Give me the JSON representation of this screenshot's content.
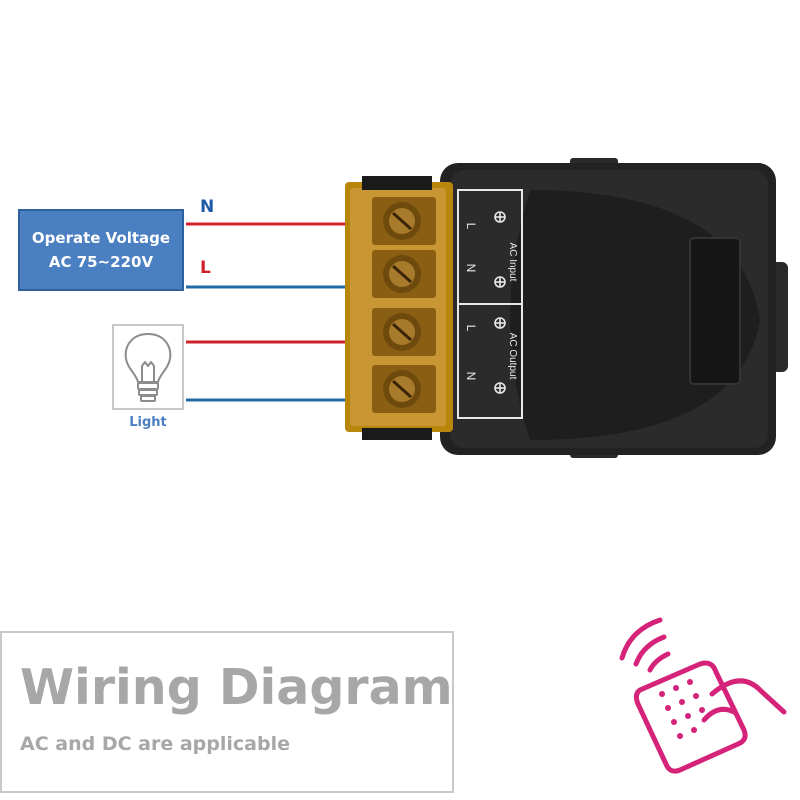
{
  "supply": {
    "title_line1": "Operate Voltage",
    "title_line2": "AC 75~220V",
    "neutral_label": "N",
    "live_label": "L"
  },
  "load": {
    "label": "Light"
  },
  "terminals": {
    "input_heading": "AC Input",
    "output_heading": "AC Output",
    "input_L": "L",
    "input_N": "N",
    "output_L": "L",
    "output_N": "N"
  },
  "caption": {
    "title": "Wiring Diagram",
    "subtitle": "AC and DC are applicable"
  },
  "colors": {
    "live_wire": "#d0202a",
    "neutral_wire": "#1f6aa8",
    "box_blue": "#4a7fc2",
    "label_red": "#d0202a",
    "label_blue": "#1f5aa8",
    "remote_icon": "#d6237a",
    "title_gray": "#a7a7a7"
  },
  "icons": {
    "bulb": "light-bulb-icon",
    "remote": "remote-control-icon"
  }
}
